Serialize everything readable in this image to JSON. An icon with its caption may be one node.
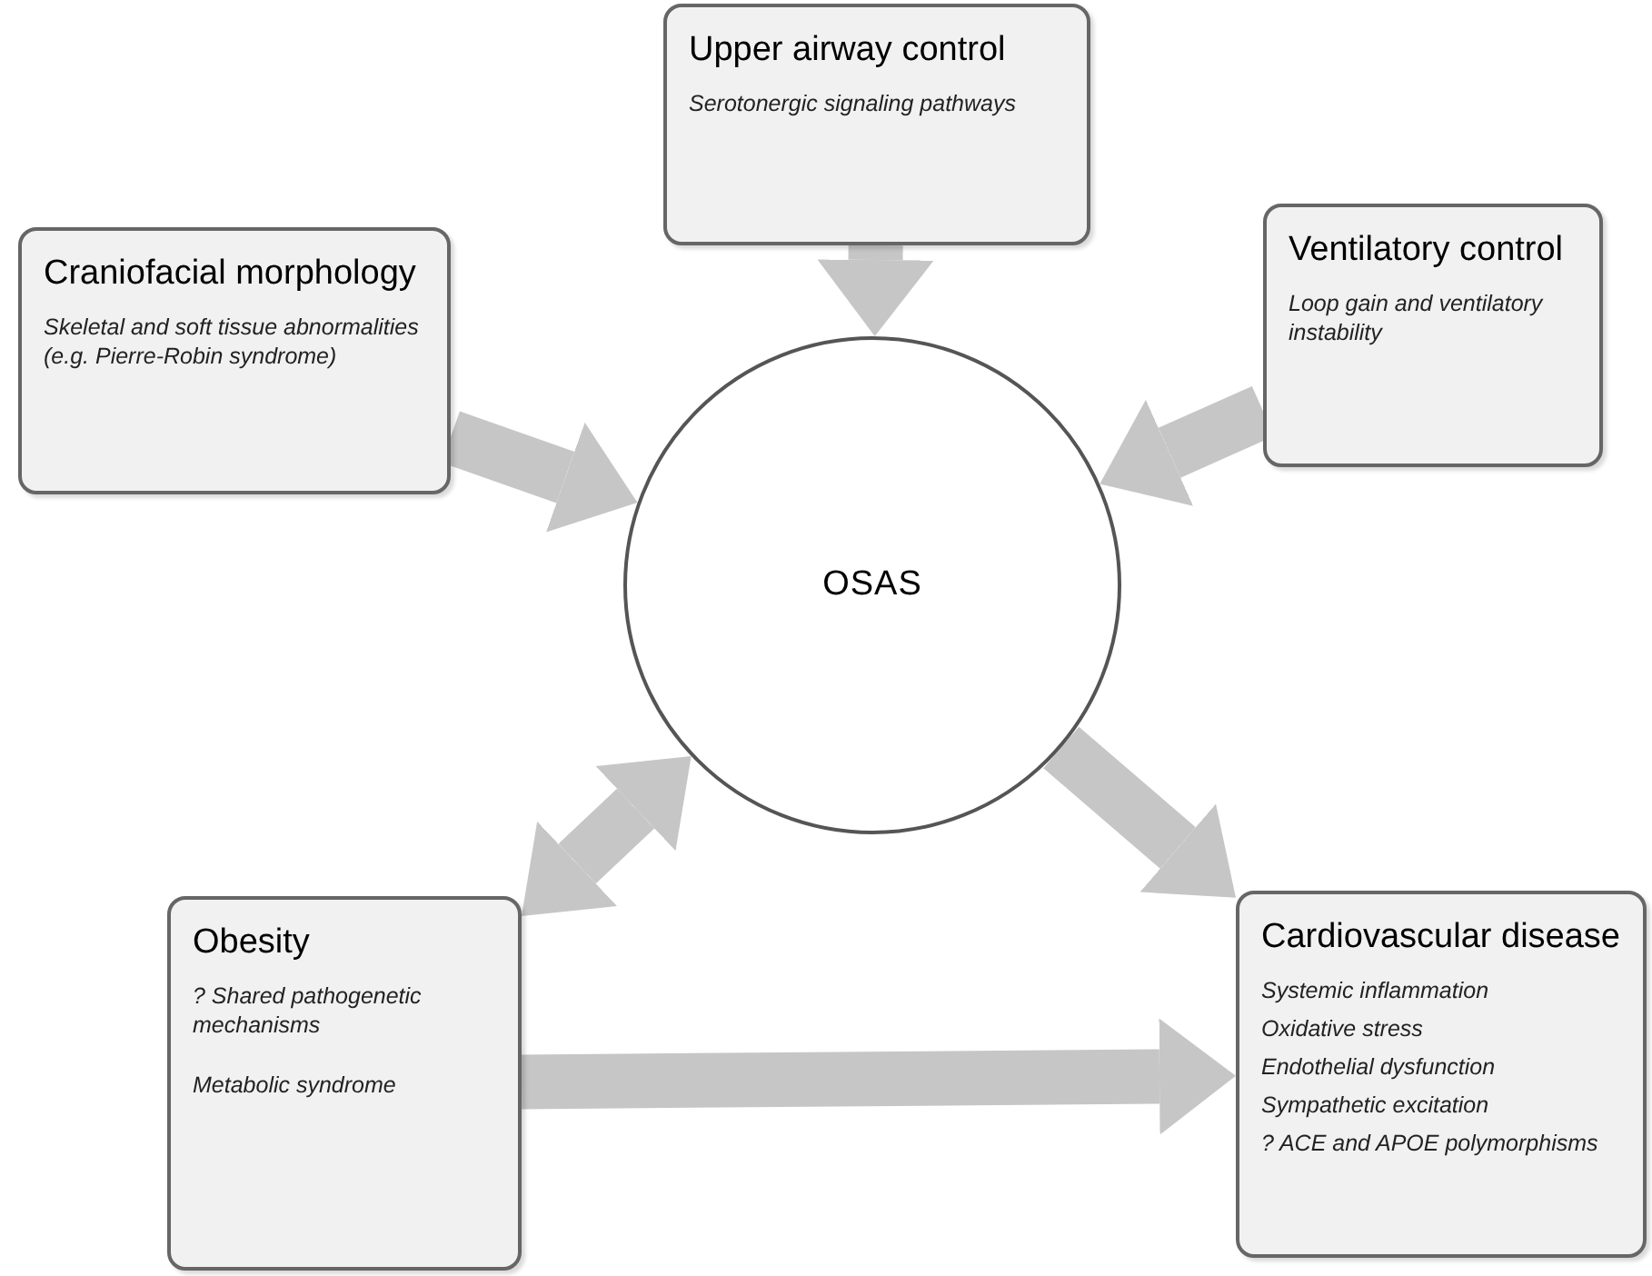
{
  "diagram": {
    "nodes": [
      {
        "text": [
          "Upper airway control",
          "Serotonergic signaling pathways"
        ]
      },
      {
        "text": [
          "Craniofacial morphology",
          "Skeletal and soft tissue abnormalities (e.g. Pierre-Robin syndrome)"
        ]
      },
      {
        "text": [
          "Ventilatory control",
          "Loop gain and ventilatory instability"
        ]
      },
      {
        "text": [
          "OSAS"
        ]
      },
      {
        "text": [
          "Obesity",
          "? Shared pathogenetic mechanisms",
          "Metabolic syndrome"
        ]
      },
      {
        "text": [
          "Cardiovascular disease",
          "Systemic inflammation",
          "Oxidative stress",
          "Endothelial dysfunction",
          "Sympathetic excitation",
          "? ACE and APOE polymorphisms"
        ]
      }
    ],
    "edges": [
      {
        "from": 1,
        "to": 3,
        "arrow": "to"
      },
      {
        "from": 0,
        "to": 3,
        "arrow": "to"
      },
      {
        "from": 2,
        "to": 3,
        "arrow": "to"
      },
      {
        "from": 4,
        "to": 3,
        "arrow": "both"
      },
      {
        "from": 3,
        "to": 5,
        "arrow": "to"
      },
      {
        "from": 4,
        "to": 5,
        "arrow": "to"
      }
    ]
  }
}
